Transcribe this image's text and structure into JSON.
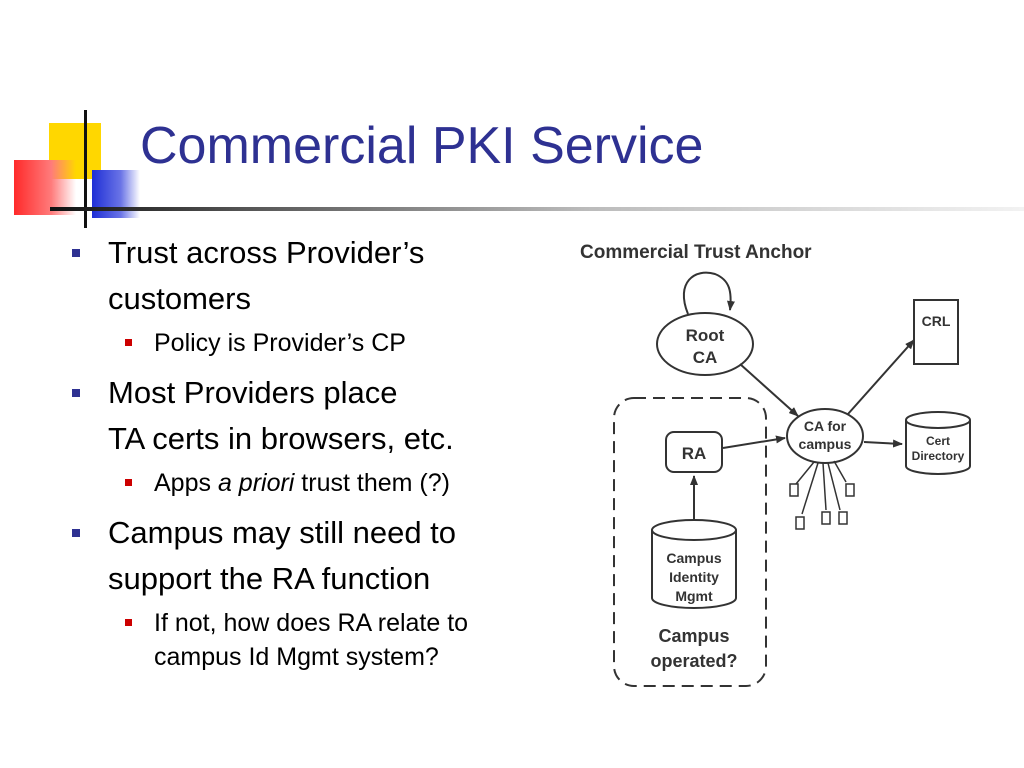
{
  "slide": {
    "title": "Commercial PKI Service",
    "bullets": [
      {
        "lines": [
          "Trust across Provider’s",
          "customers"
        ],
        "sub": [
          {
            "lines": [
              "Policy is Provider’s CP"
            ]
          }
        ]
      },
      {
        "lines": [
          "Most Providers place",
          "TA certs in browsers, etc."
        ],
        "sub": [
          {
            "pre": "Apps ",
            "em": "a priori",
            "post": " trust them (?)"
          }
        ]
      },
      {
        "lines": [
          "Campus may still need to",
          "support the RA function"
        ],
        "sub": [
          {
            "lines": [
              "If not, how does RA relate to",
              "campus Id Mgmt system?"
            ]
          }
        ]
      }
    ]
  },
  "diagram": {
    "heading": "Commercial Trust Anchor",
    "root_ca": [
      "Root",
      "CA"
    ],
    "crl": "CRL",
    "ca_campus": [
      "CA for",
      "campus"
    ],
    "cert_directory": [
      "Cert",
      "Directory"
    ],
    "ra": "RA",
    "campus_idm": [
      "Campus",
      "Identity",
      "Mgmt"
    ],
    "campus_operated": [
      "Campus",
      "operated?"
    ]
  }
}
